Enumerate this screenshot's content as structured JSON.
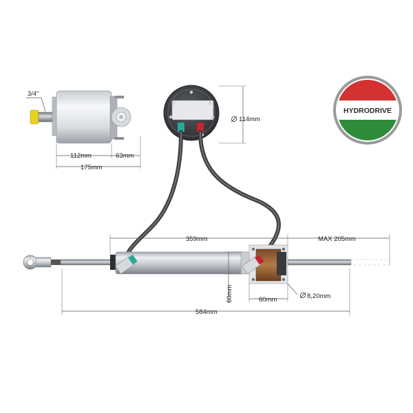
{
  "brand": {
    "name": "HYDRODRIVE",
    "colors": {
      "red": "#d23232",
      "white": "#ffffff",
      "green": "#2e8b3a",
      "ring": "#9a9a9a"
    }
  },
  "helm_pump": {
    "fitting_label": "3/4\"",
    "dim_body": "112mm",
    "dim_rear": "63mm",
    "dim_total": "175mm"
  },
  "pump_rear": {
    "dim_diameter": "114mm",
    "port_colors": {
      "left": "#2aa79b",
      "right": "#c0262d"
    }
  },
  "cylinder": {
    "dim_stroke": "359mm",
    "dim_max": "MAX 205mm",
    "dim_height": "60mm",
    "dim_width": "60mm",
    "dim_hole": "8,20mm",
    "dim_total": "584mm"
  },
  "icons": [
    "diameter-icon"
  ]
}
